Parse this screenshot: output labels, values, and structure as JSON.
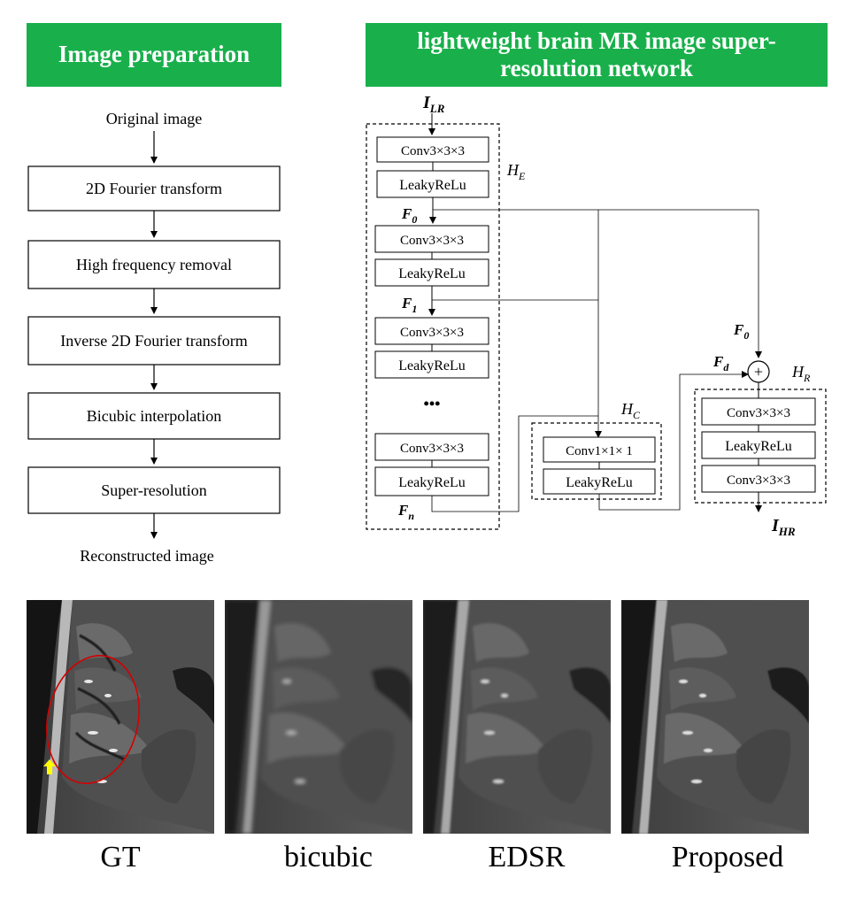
{
  "left_panel": {
    "banner": "Image preparation",
    "input_label": "Original image",
    "steps": [
      "2D Fourier transform",
      "High frequency removal",
      "Inverse 2D Fourier transform",
      "Bicubic interpolation",
      "Super-resolution"
    ],
    "output_label": "Reconstructed image"
  },
  "right_panel": {
    "banner": "lightweight brain MR image super-resolution network",
    "input": {
      "main": "I",
      "sub": "LR"
    },
    "output": {
      "main": "I",
      "sub": "HR"
    },
    "H_E": {
      "main": "H",
      "sub": "E"
    },
    "H_C": {
      "main": "H",
      "sub": "C"
    },
    "H_R": {
      "main": "H",
      "sub": "R"
    },
    "F0": {
      "main": "F",
      "sub": "0"
    },
    "F1": {
      "main": "F",
      "sub": "1"
    },
    "Fn": {
      "main": "F",
      "sub": "n"
    },
    "Fd": {
      "main": "F",
      "sub": "d"
    },
    "F0_right": {
      "main": "F",
      "sub": "0"
    },
    "ellipsis": "•••",
    "plus": "+",
    "encoder_blocks": [
      {
        "conv": "Conv3×3×3",
        "act": "LeakyReLu"
      },
      {
        "conv": "Conv3×3×3",
        "act": "LeakyReLu"
      },
      {
        "conv": "Conv3×3×3",
        "act": "LeakyReLu"
      },
      {
        "conv": "Conv3×3×3",
        "act": "LeakyReLu"
      }
    ],
    "compress_block": {
      "conv": "Conv1×1× 1",
      "act": "LeakyReLu"
    },
    "recon_block": {
      "conv1": "Conv3×3×3",
      "act": "LeakyReLu",
      "conv2": "Conv3×3×3"
    }
  },
  "comparison": {
    "labels": [
      "GT",
      "bicubic",
      "EDSR",
      "Proposed"
    ]
  },
  "colors": {
    "banner_bg": "#19b04b",
    "banner_text": "#ffffff",
    "annotation_ellipse": "#d40000",
    "annotation_arrow": "#ffff00"
  }
}
